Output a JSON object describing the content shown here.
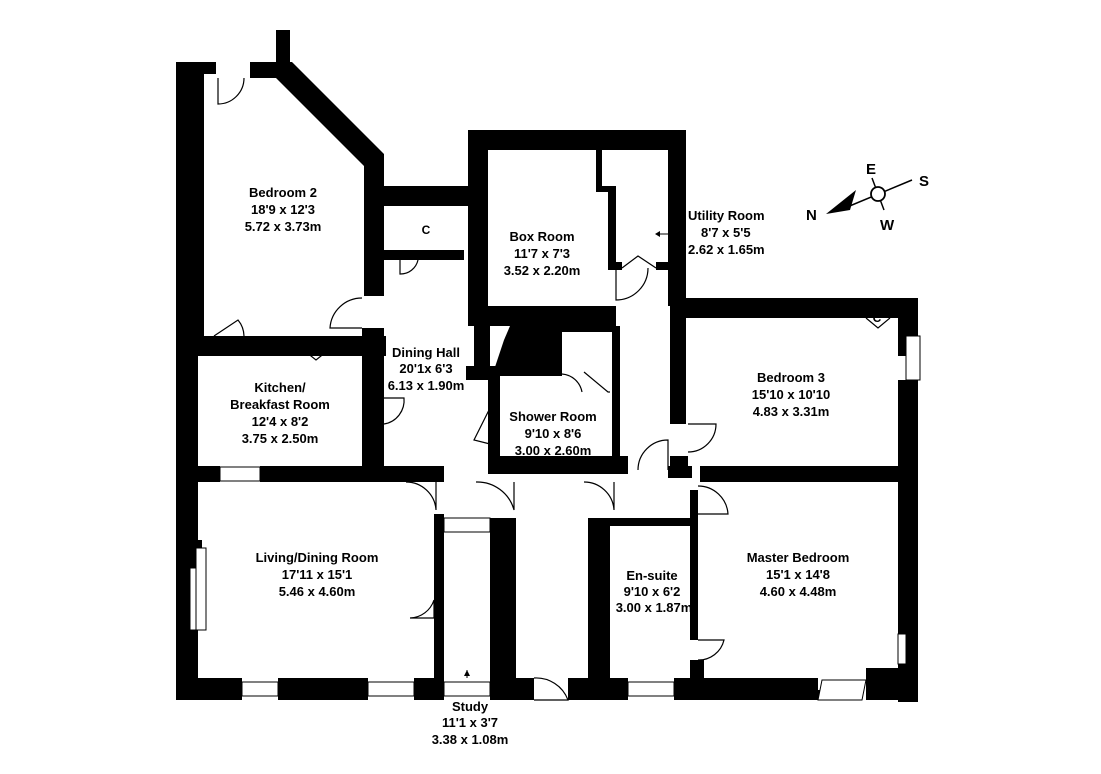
{
  "rooms": [
    {
      "id": "bedroom2",
      "name": "Bedroom 2",
      "imperial": "18'9 x 12'3",
      "metric": "5.72 x 3.73m"
    },
    {
      "id": "box-room",
      "name": "Box Room",
      "imperial": "11'7 x 7'3",
      "metric": "3.52 x 2.20m"
    },
    {
      "id": "utility-room",
      "name": "Utility Room",
      "imperial": "8'7 x 5'5",
      "metric": "2.62 x 1.65m"
    },
    {
      "id": "dining-hall",
      "name": "Dining Hall",
      "imperial": "20'1x 6'3",
      "metric": "6.13 x 1.90m"
    },
    {
      "id": "kitchen",
      "name": "Kitchen/",
      "name2": "Breakfast Room",
      "imperial": "12'4 x 8'2",
      "metric": "3.75 x 2.50m"
    },
    {
      "id": "bedroom3",
      "name": "Bedroom 3",
      "imperial": "15'10 x 10'10",
      "metric": "4.83 x 3.31m"
    },
    {
      "id": "shower-room",
      "name": "Shower Room",
      "imperial": "9'10 x 8'6",
      "metric": "3.00 x 2.60m"
    },
    {
      "id": "living-dining",
      "name": "Living/Dining Room",
      "imperial": "17'11 x 15'1",
      "metric": "5.46 x 4.60m"
    },
    {
      "id": "en-suite",
      "name": "En-suite",
      "imperial": "9'10 x 6'2",
      "metric": "3.00 x 1.87m"
    },
    {
      "id": "master-bedroom",
      "name": "Master Bedroom",
      "imperial": "15'1 x 14'8",
      "metric": "4.60 x 4.48m"
    },
    {
      "id": "study",
      "name": "Study",
      "imperial": "11'1 x 3'7",
      "metric": "3.38 x 1.08m"
    }
  ],
  "cupboard_label": "C",
  "compass": {
    "n": "N",
    "s": "S",
    "e": "E",
    "w": "W"
  }
}
